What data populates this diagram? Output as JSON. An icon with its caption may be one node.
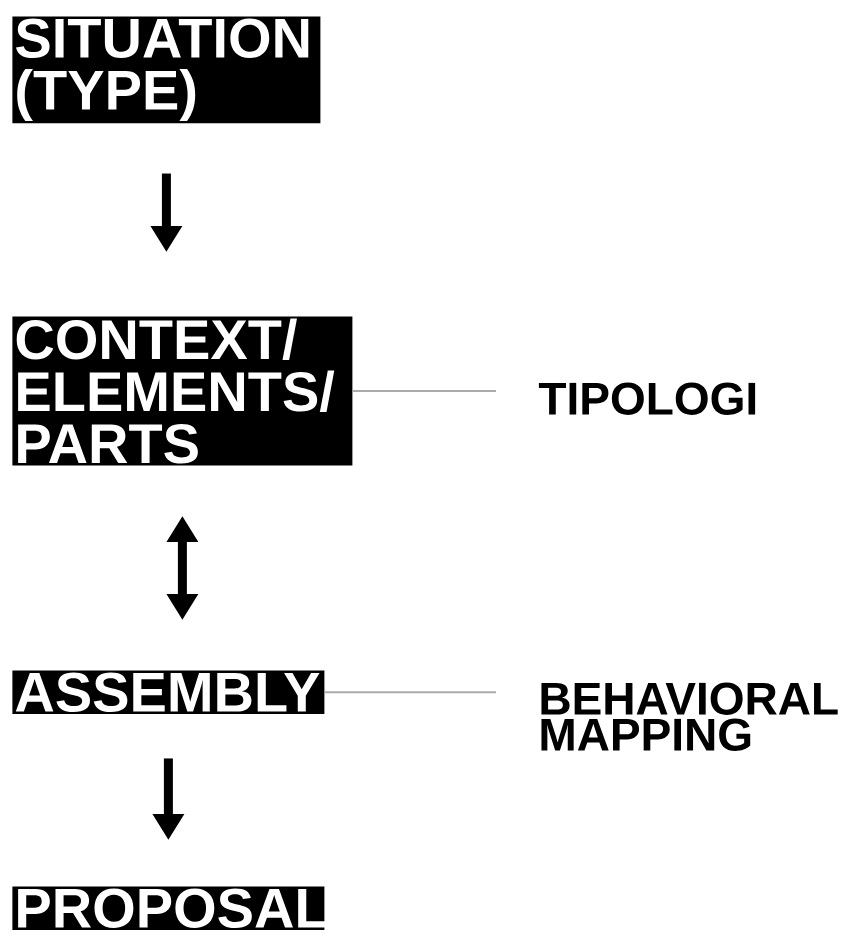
{
  "diagram": {
    "nodes": [
      {
        "text": [
          "SITUATION (TYPE)"
        ]
      },
      {
        "text": [
          "CONTEXT/ ELEMENTS/ PARTS"
        ]
      },
      {
        "text": [
          "ASSEMBLY"
        ]
      },
      {
        "text": [
          "PROPOSAL"
        ]
      },
      {
        "text": [
          "TIPOLOGI"
        ]
      },
      {
        "text": [
          "BEHAVIORAL MAPPING"
        ]
      }
    ],
    "edges": [
      {
        "from": 0,
        "to": 1,
        "arrow": "to"
      },
      {
        "from": 1,
        "to": 2,
        "arrow": "both"
      },
      {
        "from": 2,
        "to": 3,
        "arrow": "to"
      },
      {
        "from": 1,
        "to": 4,
        "arrow": "none",
        "color": "#aaaaaa"
      },
      {
        "from": 2,
        "to": 5,
        "arrow": "none",
        "color": "#aaaaaa"
      }
    ]
  }
}
